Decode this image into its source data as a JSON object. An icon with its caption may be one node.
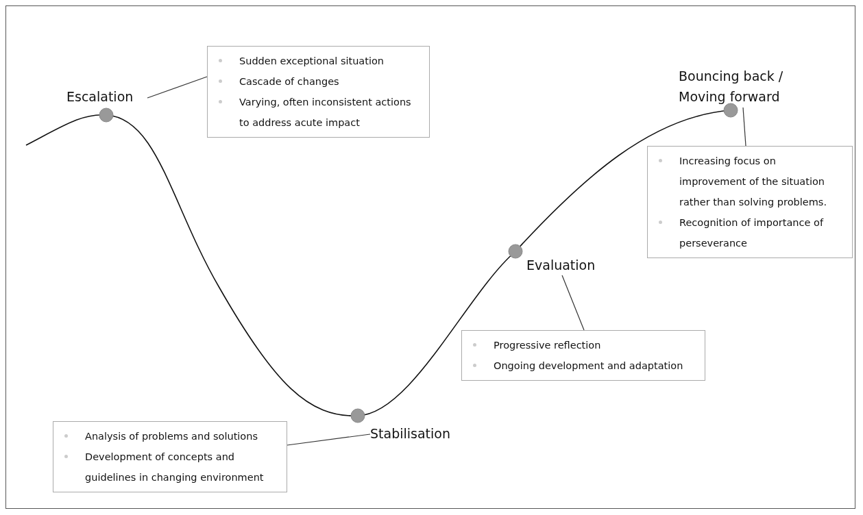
{
  "diagram": {
    "nodes": [
      {
        "text": [
          "Escalation"
        ]
      },
      {
        "text": [
          "Sudden exceptional situation",
          "Cascade of changes",
          "Varying, often inconsistent actions to address acute impact"
        ]
      },
      {
        "text": [
          "Bouncing back / Moving forward"
        ]
      },
      {
        "text": [
          "Increasing focus on improvement of the situation rather than solving problems.",
          "Recognition of importance of perseverance"
        ]
      },
      {
        "text": [
          "Evaluation"
        ]
      },
      {
        "text": [
          "Progressive reflection",
          "Ongoing development and adaptation"
        ]
      },
      {
        "text": [
          "Analysis of problems and solutions",
          "Development of concepts and guidelines in changing environment"
        ]
      },
      {
        "text": [
          "Stabilisation"
        ]
      }
    ],
    "edges": [
      {
        "from": 0,
        "to": 1,
        "arrow": "none"
      },
      {
        "from": 2,
        "to": 3,
        "arrow": "none"
      },
      {
        "from": 4,
        "to": 5,
        "arrow": "none"
      },
      {
        "from": 7,
        "to": 6,
        "arrow": "none"
      }
    ]
  }
}
